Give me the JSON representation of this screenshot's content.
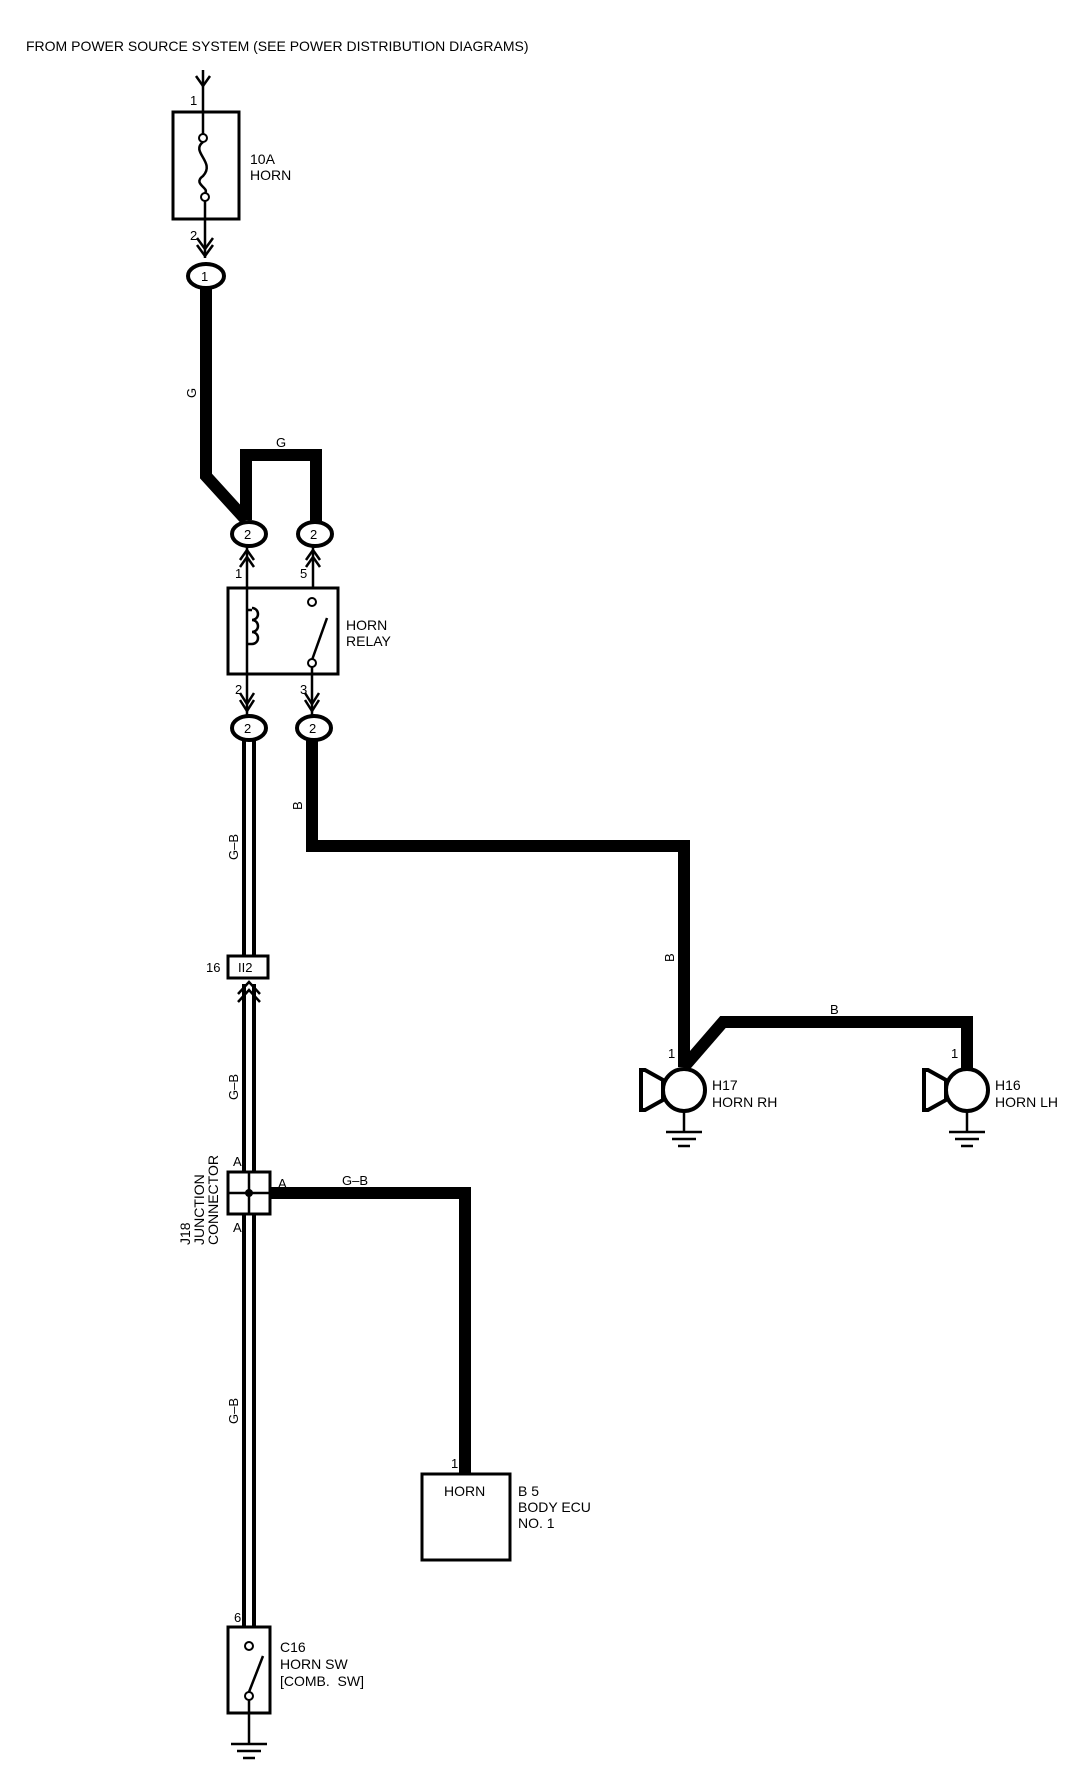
{
  "header": {
    "title": "FROM POWER SOURCE SYSTEM (SEE POWER DISTRIBUTION DIAGRAMS)"
  },
  "fuse": {
    "rating": "10A",
    "name": "HORN",
    "pin_in": "1",
    "pin_out": "2",
    "connector": "1"
  },
  "relay": {
    "name_line1": "HORN",
    "name_line2": "RELAY",
    "pin_coil_in": "1",
    "pin_switch_in": "5",
    "pin_coil_out": "2",
    "pin_switch_out": "3",
    "connector_top_left": "2",
    "connector_top_right": "2",
    "connector_bottom_left": "2",
    "connector_bottom_right": "2"
  },
  "wires": {
    "fuse_to_relay": "G",
    "relay_bridge": "G",
    "relay_to_horn": "B",
    "to_horn_rh": "B",
    "to_horn_lh": "B",
    "relay_to_junction": "G–B",
    "ii_to_junction": "G–B",
    "junction_to_ecu": "G–B",
    "junction_to_switch": "G–B"
  },
  "inline_connector": {
    "label": "II2",
    "pin": "16"
  },
  "junction": {
    "id": "J18",
    "line1": "JUNCTION",
    "line2": "CONNECTOR",
    "pin_top": "A",
    "pin_right": "A",
    "pin_bottom": "A"
  },
  "horn_rh": {
    "id": "H17",
    "name": "HORN RH",
    "pin": "1"
  },
  "horn_lh": {
    "id": "H16",
    "name": "HORN LH",
    "pin": "1"
  },
  "body_ecu": {
    "terminal": "HORN",
    "id": "B 5",
    "name_line1": "BODY ECU",
    "name_line2": "NO. 1",
    "pin": "1"
  },
  "horn_switch": {
    "id": "C16",
    "name": "HORN SW",
    "sub": "[COMB.  SW]",
    "pin": "6"
  }
}
